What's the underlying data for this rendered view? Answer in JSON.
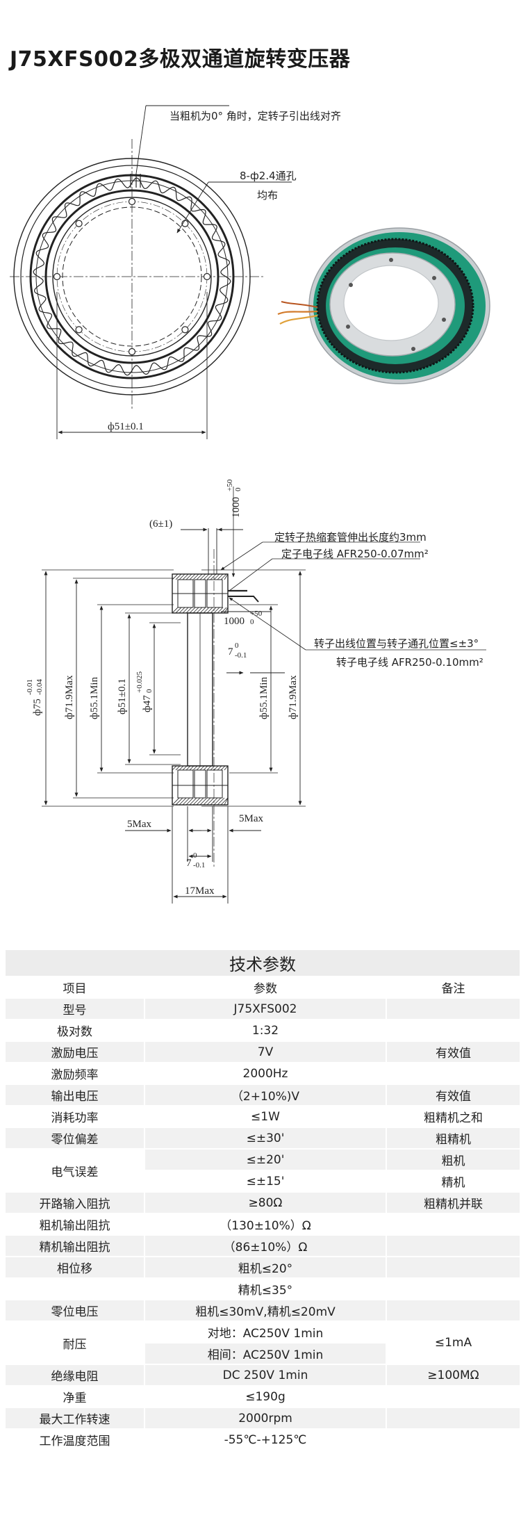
{
  "title": "J75XFS002多极双通道旋转变压器",
  "drawing": {
    "top_note": "当粗机为0° 角时，定转子引出线对齐",
    "holes_note_1": "8-ф2.4通孔",
    "holes_note_2": "均布",
    "dia_bottom": "ф51±0.1",
    "lead_length_top": "1000",
    "lead_length_top_tol": "+50",
    "lead_length_top_tol_low": "0",
    "offset_label": "(6±1)",
    "note_stator_sleeve": "定转子热缩套管伸出长度约3mm",
    "note_stator_wire": "定子电子线 AFR250-0.07mm²",
    "lead_length_mid": "1000",
    "lead_length_mid_tol": "+50",
    "lead_length_mid_tol_low": "0",
    "note_rotor_align": "转子出线位置与转子通孔位置≤±3°",
    "note_rotor_wire": "转子电子线 AFR250-0.10mm²",
    "width_7": "7",
    "width_7_tol_hi": "0",
    "width_7_tol_lo": "-0.1",
    "dia_75": "ф75",
    "dia_75_tol_hi": "-0.01",
    "dia_75_tol_lo": "-0.04",
    "dia_71_9_left": "ф71.9Max",
    "dia_55_1_left": "ф55.1Min",
    "dia_51_left": "ф51±0.1",
    "dia_47": "ф47",
    "dia_47_tol_hi": "+0.025",
    "dia_47_tol_lo": "0",
    "dia_55_1_right": "ф55.1Min",
    "dia_71_9_right": "ф71.9Max",
    "max5_left": "5Max",
    "max5_right": "5Max",
    "width_7b": "7",
    "width_7b_tol_hi": "0",
    "width_7b_tol_lo": "-0.1",
    "max17": "17Max"
  },
  "colors": {
    "line": "#222222",
    "table_gray": "#f1f1f1",
    "ring_green": "#1f9a7a",
    "ring_dark": "#1d2a2a",
    "ring_silver": "#cfd3d6"
  },
  "spec": {
    "heading": "技术参数",
    "col_item": "项目",
    "col_param": "参数",
    "col_note": "备注",
    "r_model": [
      "型号",
      "J75XFS002",
      ""
    ],
    "r_poles": [
      "极对数",
      "1:32",
      ""
    ],
    "r_voltage": [
      "激励电压",
      "7V",
      "有效值"
    ],
    "r_freq": [
      "激励频率",
      "2000Hz",
      ""
    ],
    "r_out": [
      "输出电压",
      "（2+10%)V",
      "有效值"
    ],
    "r_power": [
      "消耗功率",
      "≤1W",
      "粗精机之和"
    ],
    "r_zero": [
      "零位偏差",
      "≤±30'",
      "粗精机"
    ],
    "r_err_label": "电气误差",
    "r_err1": [
      "≤±20'",
      "粗机"
    ],
    "r_err2": [
      "≤±15'",
      "精机"
    ],
    "r_imp_in": [
      "开路输入阻抗",
      "≥80Ω",
      "粗精机并联"
    ],
    "r_imp_c": [
      "粗机输出阻抗",
      "（130±10%）Ω",
      ""
    ],
    "r_imp_f": [
      "精机输出阻抗",
      "（86±10%）Ω",
      ""
    ],
    "r_phase_label": "相位移",
    "r_phase1": [
      "粗机≤20°",
      ""
    ],
    "r_phase2": [
      "精机≤35°",
      ""
    ],
    "r_zv": [
      "零位电压",
      "粗机≤30mV,精机≤20mV",
      ""
    ],
    "r_hv_label": "耐压",
    "r_hv1": "对地：AC250V 1min",
    "r_hv2": "相间：AC250V 1min",
    "r_hv_note": "≤1mA",
    "r_ins": [
      "绝缘电阻",
      "DC 250V 1min",
      "≥100MΩ"
    ],
    "r_weight": [
      "净重",
      "≤190g",
      ""
    ],
    "r_speed": [
      "最大工作转速",
      "2000rpm",
      ""
    ],
    "r_temp": [
      "工作温度范围",
      "-55℃-+125℃",
      ""
    ]
  }
}
